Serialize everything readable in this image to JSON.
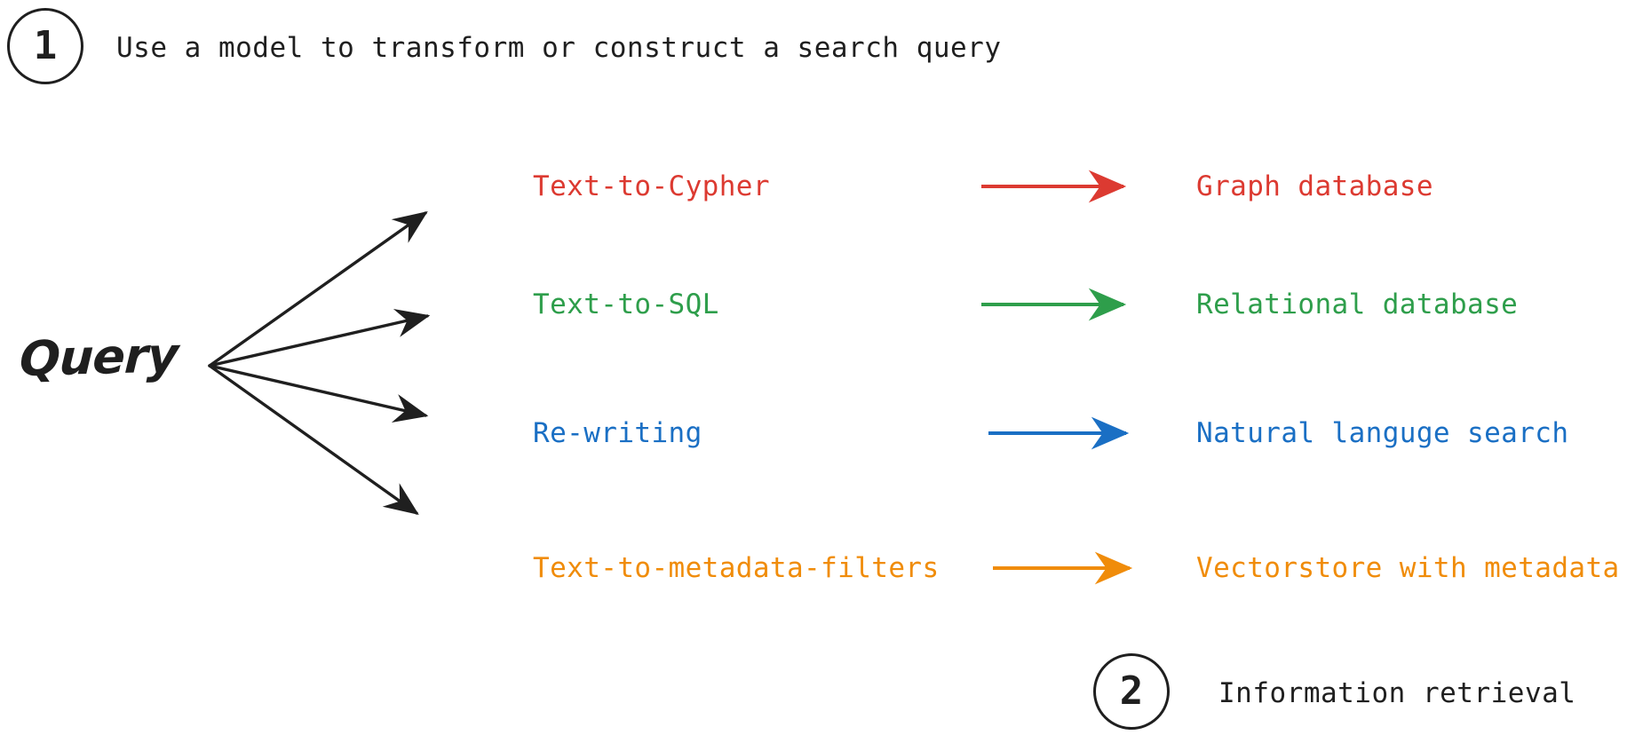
{
  "diagram": {
    "background_color": "#ffffff",
    "ink_color": "#1f1f1f",
    "source_node": {
      "label": "Query",
      "name": "query-node"
    },
    "fan_arrow_count": 4
  },
  "steps": [
    {
      "number": "1",
      "title": "Use a model to transform or construct a search query"
    },
    {
      "number": "2",
      "title": "Information retrieval"
    }
  ],
  "rows": [
    {
      "technique": "Text-to-Cypher",
      "target": "Graph database",
      "color": "#dc3a31",
      "arrow": "right-arrow"
    },
    {
      "technique": "Text-to-SQL",
      "target": "Relational database",
      "color": "#2e9e4b",
      "arrow": "right-arrow"
    },
    {
      "technique": "Re-writing",
      "target": "Natural languge search",
      "color": "#1a6fc4",
      "arrow": "right-arrow"
    },
    {
      "technique": "Text-to-metadata-filters",
      "target": "Vectorstore with metadata",
      "color": "#f08c0a",
      "arrow": "right-arrow"
    }
  ]
}
